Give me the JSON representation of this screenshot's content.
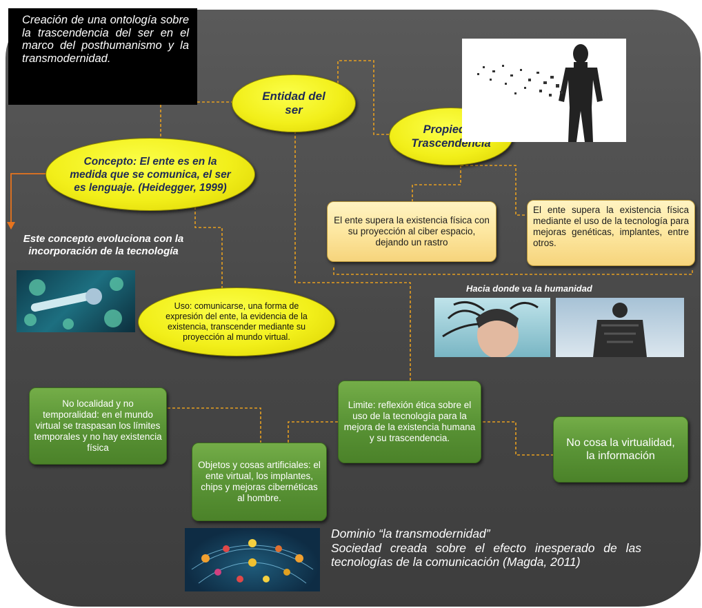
{
  "title": "Creación de una ontología sobre la trascendencia del ser en el marco del posthumanismo y la transmodernidad.",
  "nodes": {
    "entidad": "Entidad del ser",
    "propiedad": "Propiedad Trascendencia",
    "concepto": "Concepto: El ente es en la medida que se comunica, el ser es lenguaje. (Heidegger, 1999)",
    "uso": "Uso: comunicarse, una forma de expresión del ente, la evidencia de la existencia,  transcender mediante su proyección al mundo virtual.",
    "ciber": "El ente supera la existencia física con su proyección al ciber espacio, dejando un rastro",
    "tecnologia": "El ente supera la existencia física mediante el uso de la tecnología para mejoras genéticas, implantes, entre otros.",
    "limite": "Limite: reflexión ética sobre el uso de la tecnología para la mejora de  la existencia humana y su trascendencia.",
    "no_localidad": "No localidad y no temporalidad: en el mundo virtual se traspasan los límites temporales y no hay existencia física",
    "objetos": "Objetos y cosas artificiales: el ente virtual, los implantes, chips y mejoras cibernéticas al hombre.",
    "no_cosa": "No cosa la virtualidad, la información"
  },
  "labels": {
    "evoluciona": "Este concepto evoluciona con la incorporación de la tecnología",
    "humanidad": "Hacia donde va la humanidad"
  },
  "dominio": {
    "line1": "Dominio “la transmodernidad”",
    "line2": "Sociedad creada sobre el efecto inesperado de las tecnologías de la comunicación (Magda, 2011)"
  },
  "colors": {
    "connector": "#e8a020",
    "ellipse": "#f2ef1a",
    "ellipse_text": "#1f2a55",
    "yellow_box": "#fde7a0",
    "green_box": "#5a9436",
    "background": "#474747"
  }
}
